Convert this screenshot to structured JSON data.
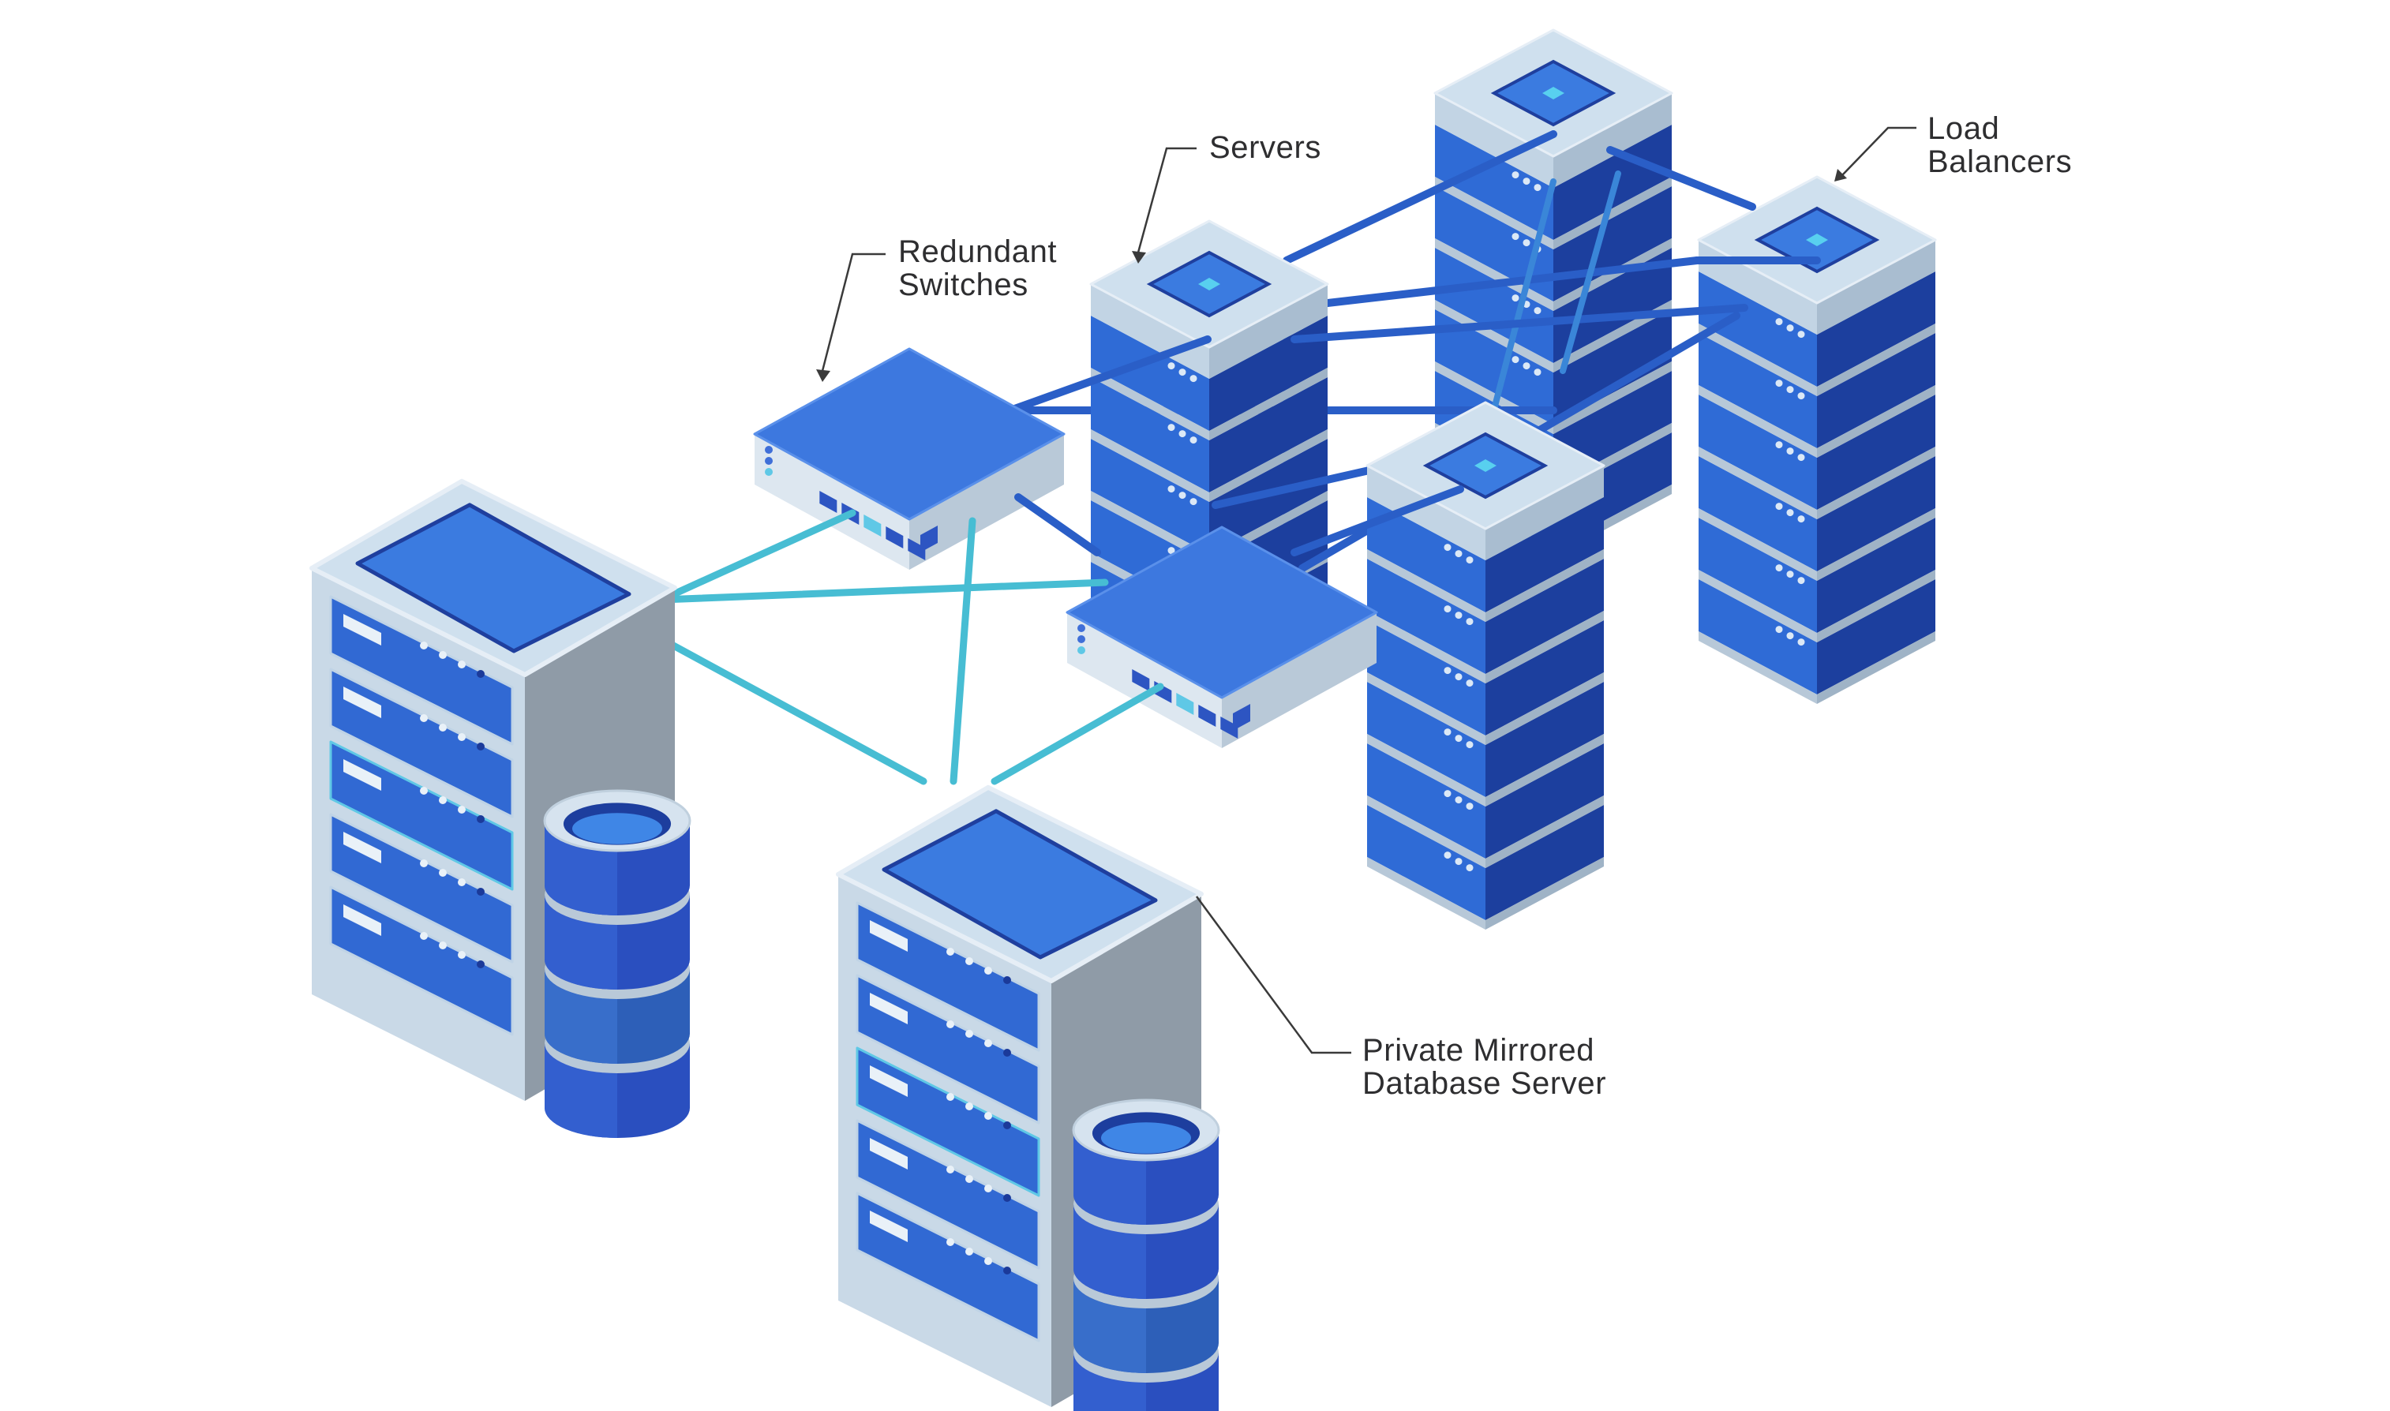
{
  "labels": {
    "redundant_switches": [
      "Redundant",
      "Switches"
    ],
    "servers": [
      "Servers"
    ],
    "load_balancers": [
      "Load",
      "Balancers"
    ],
    "private_db": [
      "Private Mirrored",
      "Database Server"
    ]
  },
  "colors": {
    "server_top": "#cfe0ee",
    "server_screen": "#3b7be0",
    "server_front": "#2f6bd6",
    "server_side": "#1c3f9e",
    "server_gap": "#b7c8d8",
    "switch_top": "#3d78df",
    "switch_front": "#dde7f0",
    "cable_dark": "#2a5ec7",
    "cable_teal": "#47bdd3",
    "tower_front": "#c9d9e7",
    "tower_side": "#8f9ba7",
    "bay": "#3169d3",
    "db_blue": "#2a4fbf",
    "db_light": "#b9c9d8",
    "label_text": "#2e2e30",
    "leader_line": "#3a3a3a"
  },
  "icons": [
    "server-stack-icon",
    "network-switch-icon",
    "database-cylinder-icon",
    "rack-tower-icon"
  ]
}
